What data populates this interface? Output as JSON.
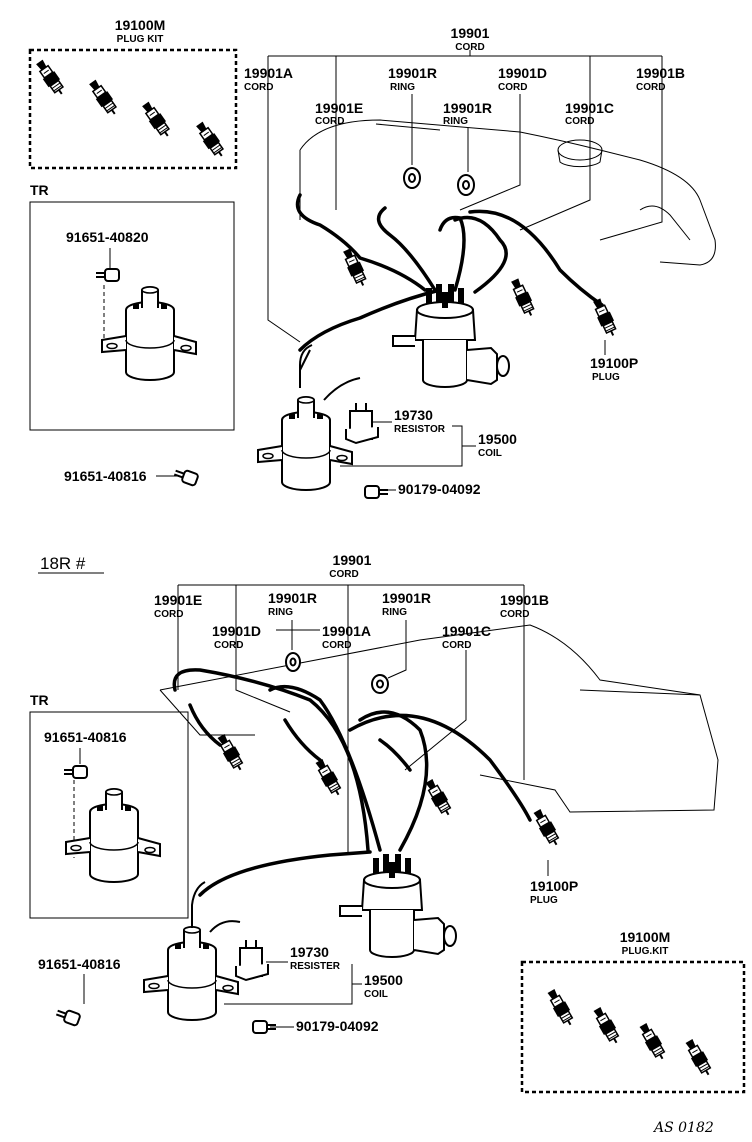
{
  "top": {
    "plug_kit": {
      "number": "19100M",
      "name": "PLUG KIT"
    },
    "tr_label": "TR",
    "tr_bolt": "91651-40820",
    "cord_main": {
      "number": "19901",
      "name": "CORD"
    },
    "cord_a": {
      "number": "19901A",
      "name": "CORD"
    },
    "cord_e": {
      "number": "19901E",
      "name": "CORD"
    },
    "ring_1": {
      "number": "19901R",
      "name": "RING"
    },
    "ring_2": {
      "number": "19901R",
      "name": "RING"
    },
    "cord_d": {
      "number": "19901D",
      "name": "CORD"
    },
    "cord_c": {
      "number": "19901C",
      "name": "CORD"
    },
    "cord_b": {
      "number": "19901B",
      "name": "CORD"
    },
    "plug": {
      "number": "19100P",
      "name": "PLUG"
    },
    "resistor": {
      "number": "19730",
      "name": "RESISTOR"
    },
    "coil": {
      "number": "19500",
      "name": "COIL"
    },
    "bolt": "91651-40816",
    "nut": "90179-04092"
  },
  "bottom": {
    "section_label": "18R #",
    "cord_main": {
      "number": "19901",
      "name": "CORD"
    },
    "cord_e": {
      "number": "19901E",
      "name": "CORD"
    },
    "ring_1": {
      "number": "19901R",
      "name": "RING"
    },
    "ring_2": {
      "number": "19901R",
      "name": "RING"
    },
    "cord_b": {
      "number": "19901B",
      "name": "CORD"
    },
    "cord_d": {
      "number": "19901D",
      "name": "CORD"
    },
    "cord_a": {
      "number": "19901A",
      "name": "CORD"
    },
    "cord_c": {
      "number": "19901C",
      "name": "CORD"
    },
    "tr_label": "TR",
    "tr_bolt": "91651-40816",
    "plug": {
      "number": "19100P",
      "name": "PLUG"
    },
    "plug_kit": {
      "number": "19100M",
      "name": "PLUG.KIT"
    },
    "resistor": {
      "number": "19730",
      "name": "RESISTER"
    },
    "coil": {
      "number": "19500",
      "name": "COIL"
    },
    "bolt": "91651-40816",
    "nut": "90179-04092"
  },
  "footer_code": "AS 0182"
}
